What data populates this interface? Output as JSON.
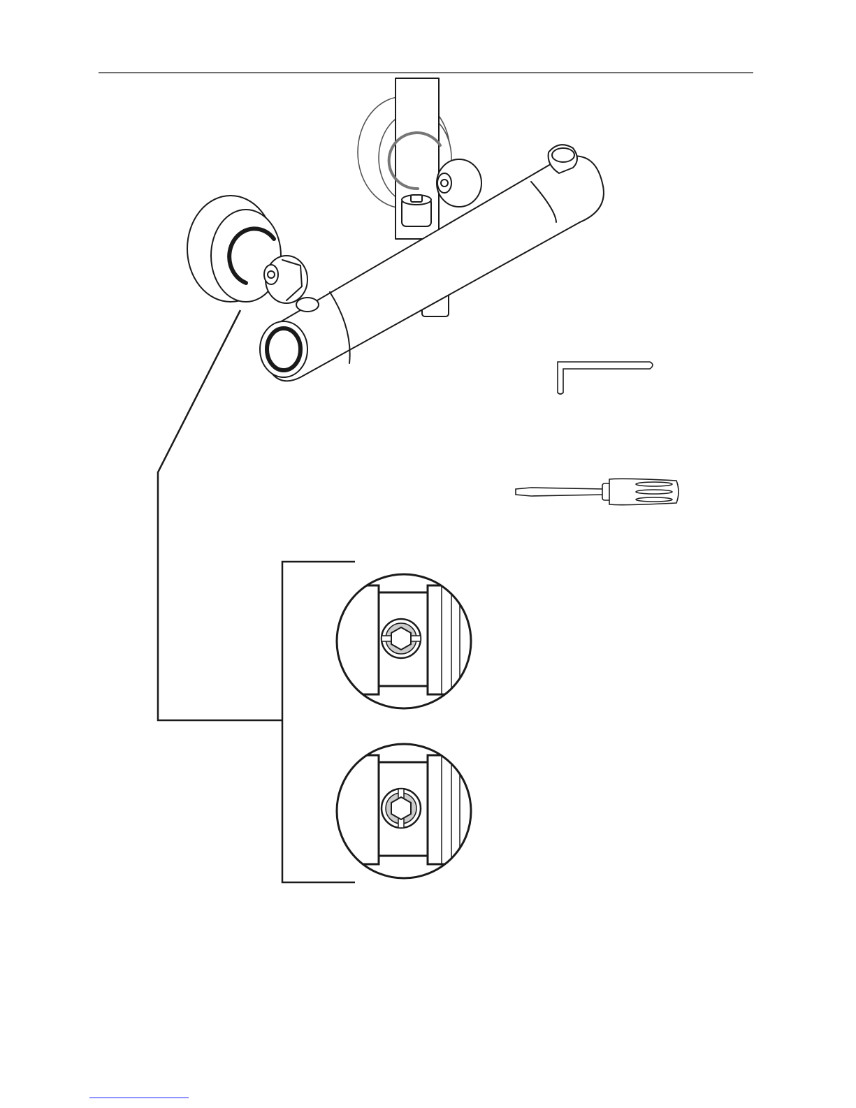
{
  "page": {
    "background": "#ffffff",
    "line_color": "#1a1a1a",
    "link_color": "#1a1aff"
  },
  "illustration": {
    "subject": "thermostatic-mixer-valve",
    "tools": [
      "hex-key",
      "flat-screwdriver"
    ],
    "detail_views": [
      "check-valve-orientation-1",
      "check-valve-orientation-2"
    ]
  }
}
